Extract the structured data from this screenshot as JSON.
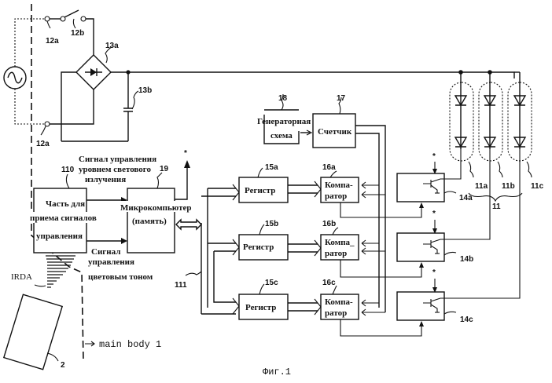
{
  "diagram": {
    "figure_caption": "Фиг.1",
    "main_body_label": "main body 1",
    "remote_label": "2",
    "irda_label": "IRDA",
    "power": {
      "switch_terminal_top": "12a",
      "switch_label": "12b",
      "switch_terminal_bottom": "12a",
      "rectifier_label": "13a",
      "capacitor_label": "13b"
    },
    "receiver": {
      "ref": "110",
      "text_lines": [
        "Часть для",
        "приема сигналов",
        "управления"
      ]
    },
    "signals": {
      "light_level": [
        "Сигнал управления",
        "уровнем светового",
        "излучения"
      ],
      "color_tone": [
        "Сигнал",
        "управления",
        "цветовым тоном"
      ]
    },
    "microcomputer": {
      "ref": "19",
      "text_lines": [
        "Микрокомпьютер",
        "(память)"
      ]
    },
    "bus_label": "111",
    "generator": {
      "ref": "18",
      "text_lines": [
        "Генераторная",
        "схема"
      ]
    },
    "counter": {
      "ref": "17",
      "text": "Счетчик"
    },
    "registers": [
      {
        "ref": "15a",
        "text": "Регистр"
      },
      {
        "ref": "15b",
        "text": "Регистр"
      },
      {
        "ref": "15c",
        "text": "Регистр"
      }
    ],
    "comparators": [
      {
        "ref": "16a",
        "text_lines": [
          "Компа-",
          "ратор"
        ]
      },
      {
        "ref": "16b",
        "text_lines": [
          "Компа_",
          "ратор"
        ]
      },
      {
        "ref": "16c",
        "text_lines": [
          "Компа-",
          "ратор"
        ]
      }
    ],
    "switches": [
      {
        "ref": "14a"
      },
      {
        "ref": "14b"
      },
      {
        "ref": "14c"
      }
    ],
    "led_strings": [
      {
        "ref": "11a"
      },
      {
        "ref": "11b"
      },
      {
        "ref": "11c"
      }
    ],
    "led_group_label": "11",
    "asterisk": "*"
  }
}
